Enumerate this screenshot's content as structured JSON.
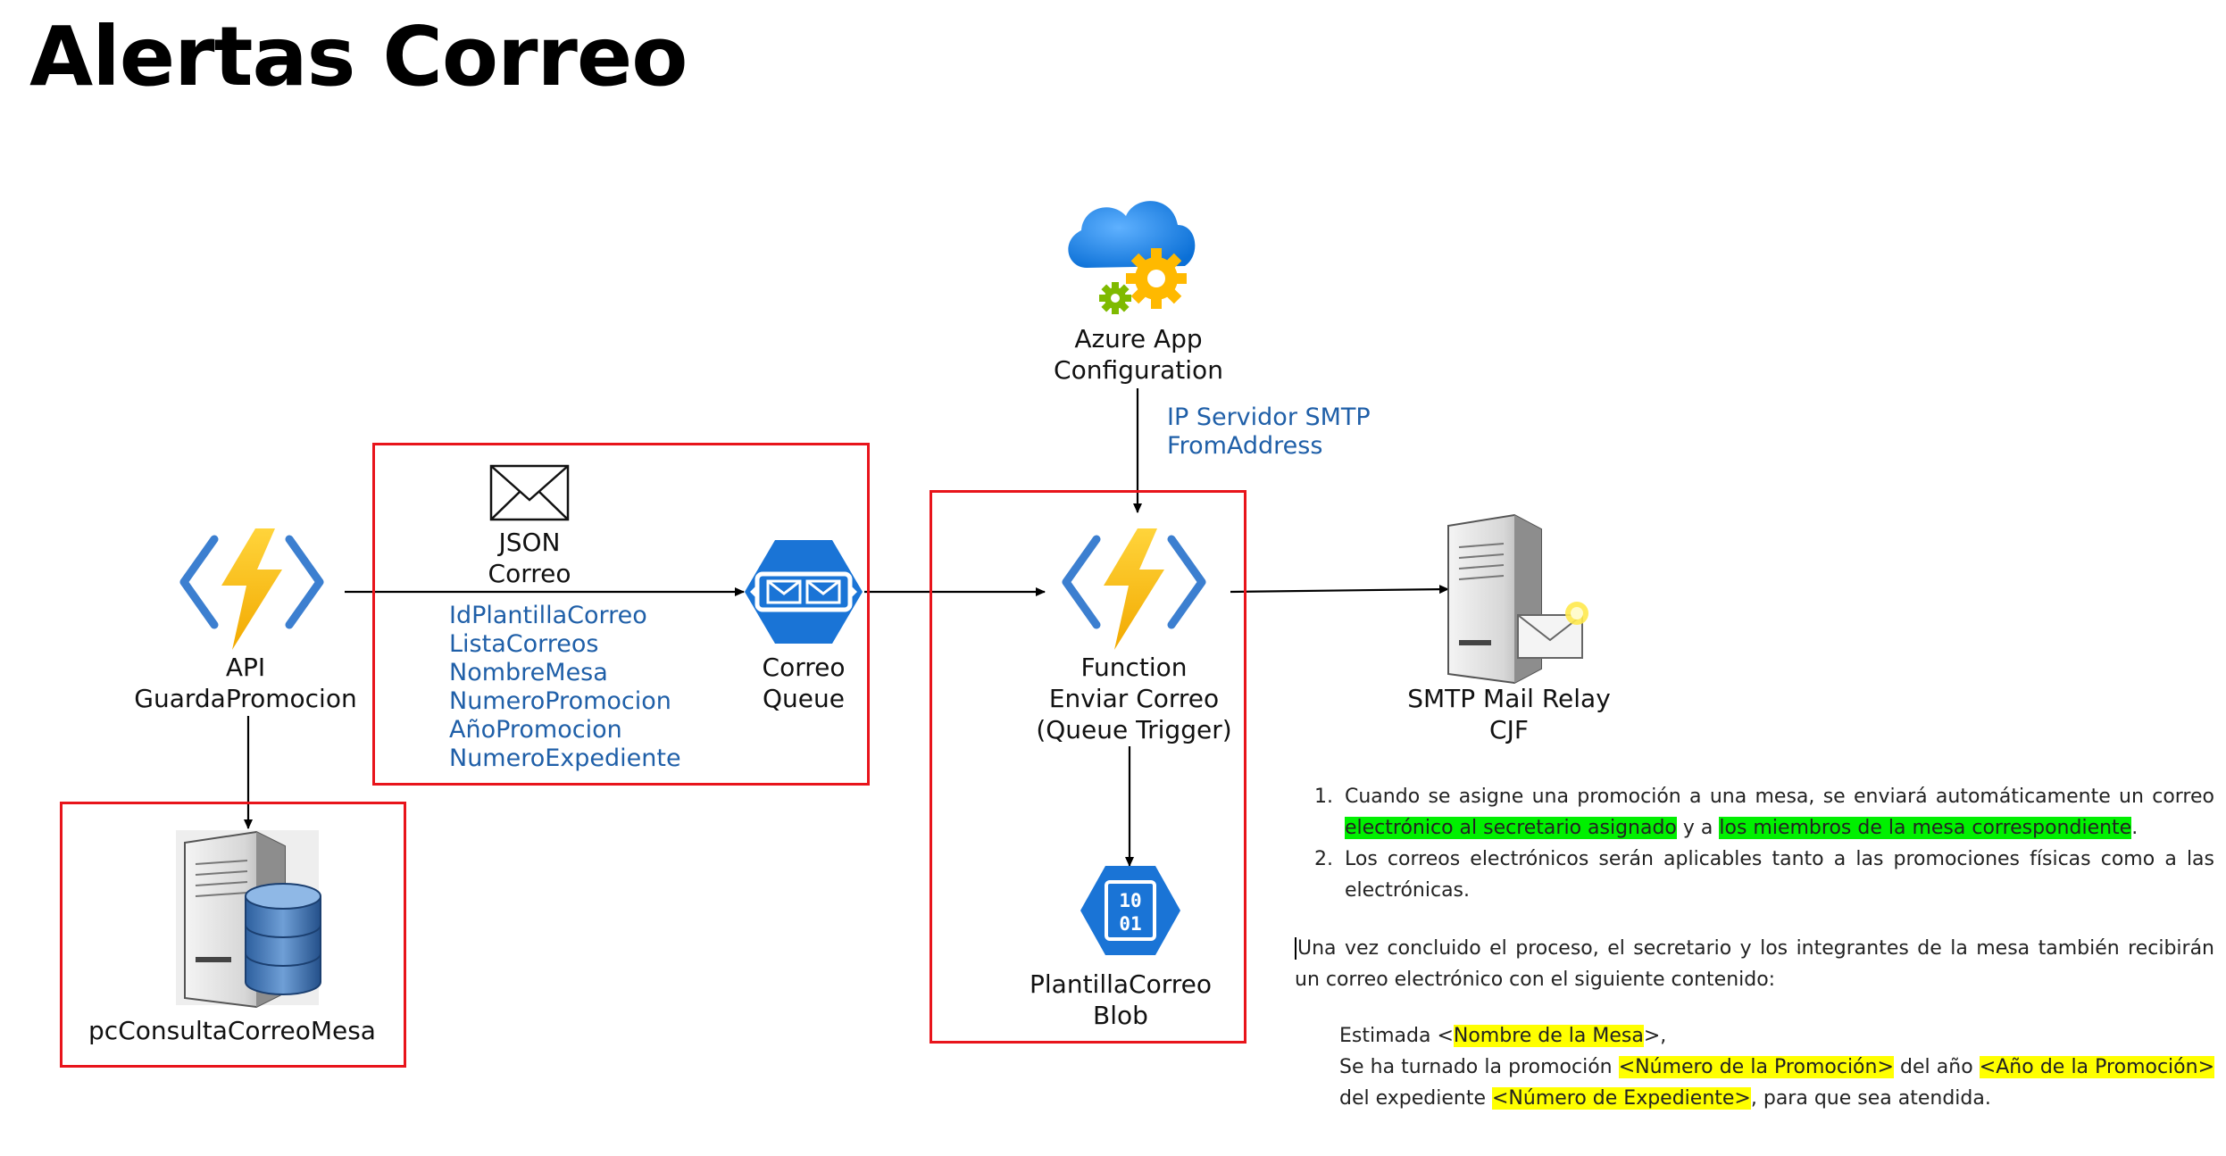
{
  "title": "Alertas Correo",
  "nodes": {
    "api": {
      "line1": "API",
      "line2": "GuardaPromocion"
    },
    "db": {
      "label": "pcConsultaCorreoMesa"
    },
    "json": {
      "line1": "JSON",
      "line2": "Correo"
    },
    "queue": {
      "line1": "Correo",
      "line2": "Queue"
    },
    "appconfig": {
      "line1": "Azure App",
      "line2": "Configuration"
    },
    "function": {
      "line1": "Function",
      "line2": "Enviar Correo",
      "line3": "(Queue Trigger)"
    },
    "blob": {
      "line1": "PlantillaCorreo",
      "line2": "Blob",
      "icon_top": "10",
      "icon_bottom": "01"
    },
    "smtp": {
      "line1": "SMTP Mail Relay",
      "line2": "CJF"
    }
  },
  "json_fields": [
    "IdPlantillaCorreo",
    "ListaCorreos",
    "NombreMesa",
    "NumeroPromocion",
    "AñoPromocion",
    "NumeroExpediente"
  ],
  "config_fields": [
    "IP Servidor SMTP",
    "FromAddress"
  ],
  "notes": {
    "item1_a": "Cuando se asigne una promoción a una mesa, se enviará automáticamente un correo ",
    "item1_hl1": "electrónico al secretario asignado",
    "item1_b": " y a ",
    "item1_hl2": "los miembros de la mesa correspondiente",
    "item1_c": ".",
    "item2": "Los correos electrónicos serán aplicables tanto a las promociones físicas como a las electrónicas.",
    "para": "Una vez concluido el proceso, el secretario y los integrantes de la mesa también recibirán un correo electrónico con el siguiente contenido:",
    "email_l1_a": "Estimada <",
    "email_l1_hl": "Nombre de la Mesa",
    "email_l1_b": ">,",
    "email_l2_a": "Se ha turnado la promoción ",
    "email_l2_hl1": "<Número de la Promoción>",
    "email_l2_b": " del año ",
    "email_l2_hl2": "<Año de la Promoción>",
    "email_l2_c": " del expediente ",
    "email_l2_hl3": "<Número de Expediente>",
    "email_l2_d": ", para que sea atendida."
  },
  "colors": {
    "highlight_box": "#e8141b",
    "field_text": "#1f5fa8",
    "highlight_green": "#00f000",
    "highlight_yellow": "#ffff00",
    "azure_blue": "#0a78d4",
    "bolt_yellow": "#ffc20e"
  }
}
